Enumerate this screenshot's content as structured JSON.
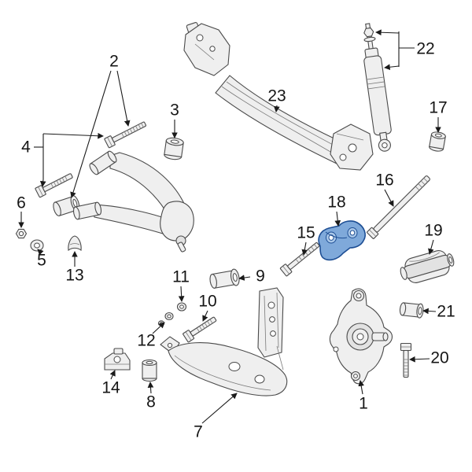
{
  "colors": {
    "background": "#ffffff",
    "line": "#1a1a1a",
    "part_stroke": "#4a4a4a",
    "highlight_fill": "#7fa9da",
    "highlight_fill_light": "#aac8e9",
    "highlight_stroke": "#1d4e94"
  },
  "highlighted_callout": "18",
  "callout_numbers": [
    "1",
    "2",
    "3",
    "4",
    "5",
    "6",
    "7",
    "8",
    "9",
    "10",
    "11",
    "12",
    "13",
    "14",
    "15",
    "16",
    "17",
    "18",
    "19",
    "20",
    "21",
    "22",
    "23"
  ]
}
